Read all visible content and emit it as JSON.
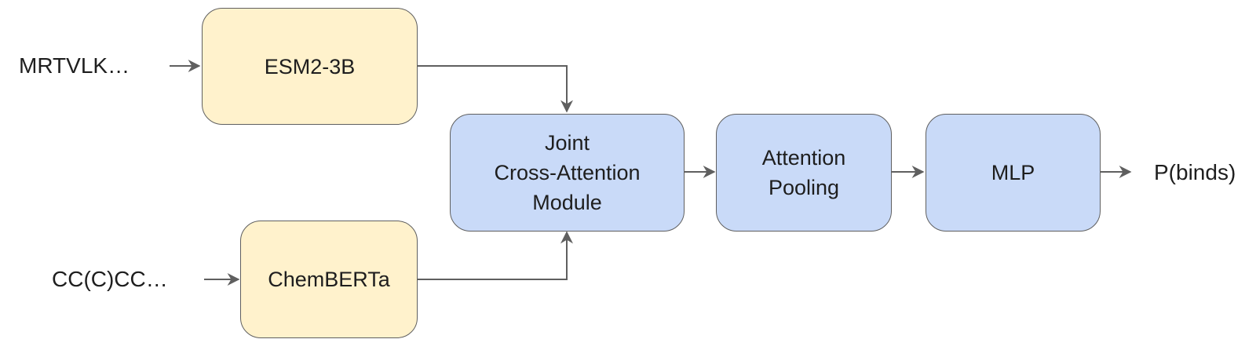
{
  "inputs": {
    "protein_sequence": "MRTVLK…",
    "ligand_smiles": "CC(C)CC…"
  },
  "nodes": {
    "protein_encoder": "ESM2-3B",
    "ligand_encoder": "ChemBERTa",
    "cross_attention": "Joint\nCross-Attention\nModule",
    "pooling": "Attention\nPooling",
    "mlp": "MLP"
  },
  "output": "P(binds)",
  "colors": {
    "encoder_fill": "#fff2cc",
    "module_fill": "#c9daf8",
    "stroke": "#5f5f5f"
  }
}
